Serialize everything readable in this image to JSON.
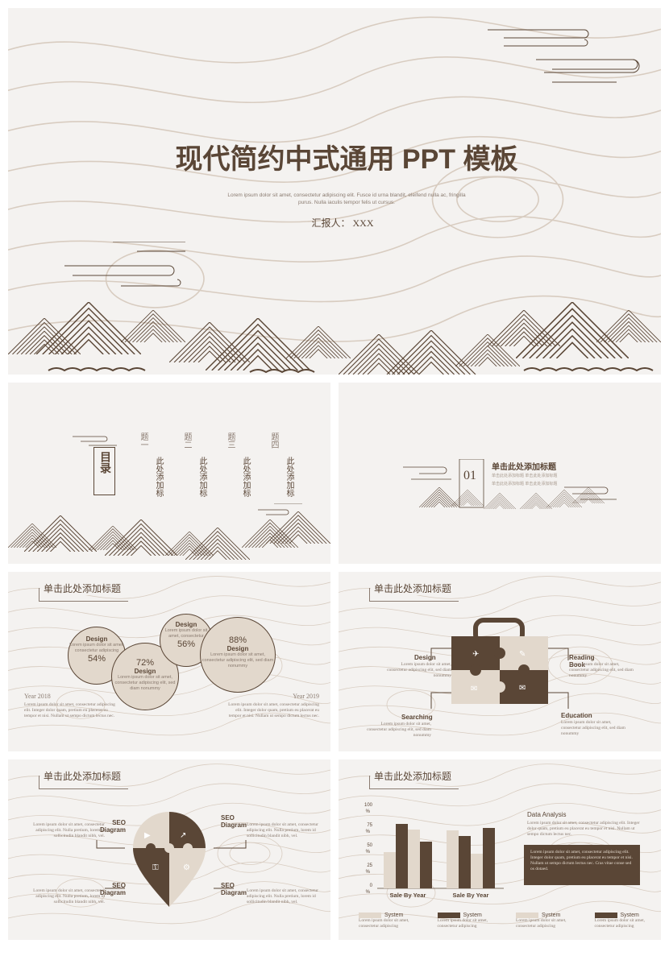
{
  "colors": {
    "brown": "#5a4636",
    "beige": "#e2d8cc",
    "bg": "#f4f2f0",
    "line": "#d8ccc0"
  },
  "cover": {
    "title": "现代简约中式通用 PPT 模板",
    "subtitle": "Lorem ipsum dolor sit amet, consectetur adipiscing elit. Fusce id urna blandit, eleifend nulla ac, fringilla purus. Nulla iaculis tempor felis ut cursus.",
    "reporter": "汇报人： XXX"
  },
  "toc": {
    "label": "目录",
    "items": [
      {
        "head": "题一",
        "body": "此处添加标"
      },
      {
        "head": "题二",
        "body": "此处添加标"
      },
      {
        "head": "题三",
        "body": "此处添加标"
      },
      {
        "head": "题四",
        "body": "此处添加标"
      }
    ]
  },
  "section": {
    "number": "01",
    "title": "单击此处添加标题",
    "sub1": "单击此处添加标题 单击此处添加标题",
    "sub2": "单击此处添加标题 单击此处添加标题"
  },
  "header": "单击此处添加标题",
  "circles": {
    "items": [
      {
        "title": "Design",
        "pct": "54%"
      },
      {
        "title": "Design",
        "pct": "72%"
      },
      {
        "title": "Design",
        "pct": "56%"
      },
      {
        "title": "Design",
        "pct": "88%"
      }
    ],
    "year_left": "Year 2018",
    "year_right": "Year 2019",
    "lorem": "Lorem ipsum dolor sit amet, consectetur adipiscing elit. Integer dolor quam, pretium eu placerat eu tempor et nisi. Nullam ut sempo dictum lectus nec."
  },
  "puzzle": {
    "labels": [
      "Design",
      "Reading Book",
      "Searching",
      "Education"
    ],
    "lorem": "Lorem ipsum dolor sit amet, consectetur adipiscing elit, sed diam nonummy"
  },
  "pin": {
    "labels": [
      "SEO Diagram",
      "SEO Diagram",
      "SEO Diagram",
      "SEO Diagram"
    ],
    "lorem": "Lorem ipsum dolor sit amet, consectetur adipiscing elit. Nulla pretium, lorem id sollicitudin blandit nibh, vel."
  },
  "bars": {
    "side_title": "Data Analysis",
    "side_text": "Lorem ipsum dolor sit amet, consectetur adipiscing elit. Integer dolor quam, pretium eu placerat eu tempor et nisi. Nullam ut sempo dictum lectus nec.",
    "box_text": "Lorem ipsum dolor sit amet, consectetur adipiscing elit. Integer dolor quam, pretium eu placerat eu tempor et nisi. Nullam ut sempo dictum lectus nec. Cras vitae conse sed os dotaed.",
    "legend": [
      "System",
      "System",
      "System",
      "System"
    ],
    "legend_sub": "Lorem ipsum dolor sit amet, consectetur adipiscing"
  },
  "chart_data": {
    "type": "bar",
    "categories": [
      "Sale By Year",
      "Sale By Year"
    ],
    "yticks": [
      "0 %",
      "25 %",
      "50 %",
      "75 %",
      "100 %"
    ],
    "ylim": [
      0,
      100
    ],
    "series": [
      {
        "values": [
          45,
          72
        ],
        "color": "#e2d8cc"
      },
      {
        "values": [
          80,
          65
        ],
        "color": "#5a4636"
      },
      {
        "values": [
          73,
          43
        ],
        "color": "#e2d8cc"
      },
      {
        "values": [
          58,
          75
        ],
        "color": "#5a4636"
      }
    ]
  }
}
